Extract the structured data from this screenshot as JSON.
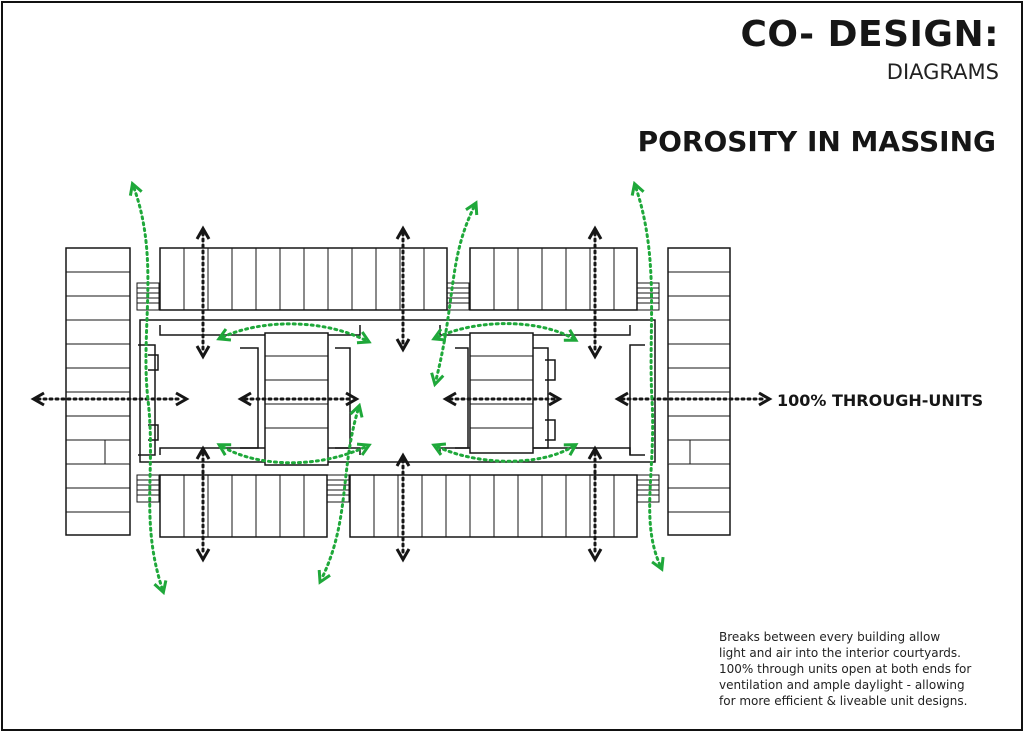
{
  "header": {
    "title": "CO- DESIGN:",
    "subtitle": "DIAGRAMS"
  },
  "section": {
    "heading": "POROSITY IN MASSING"
  },
  "diagram": {
    "callout": "100% THROUGH-UNITS"
  },
  "note": {
    "lines": [
      "Breaks between every building allow",
      "light and air into the interior courtyards.",
      "100% through units open at both ends for",
      "ventilation and ample daylight - allowing",
      "for more efficient & liveable unit designs."
    ]
  },
  "colors": {
    "line": "#161616",
    "airflow": "#1fa83a"
  }
}
